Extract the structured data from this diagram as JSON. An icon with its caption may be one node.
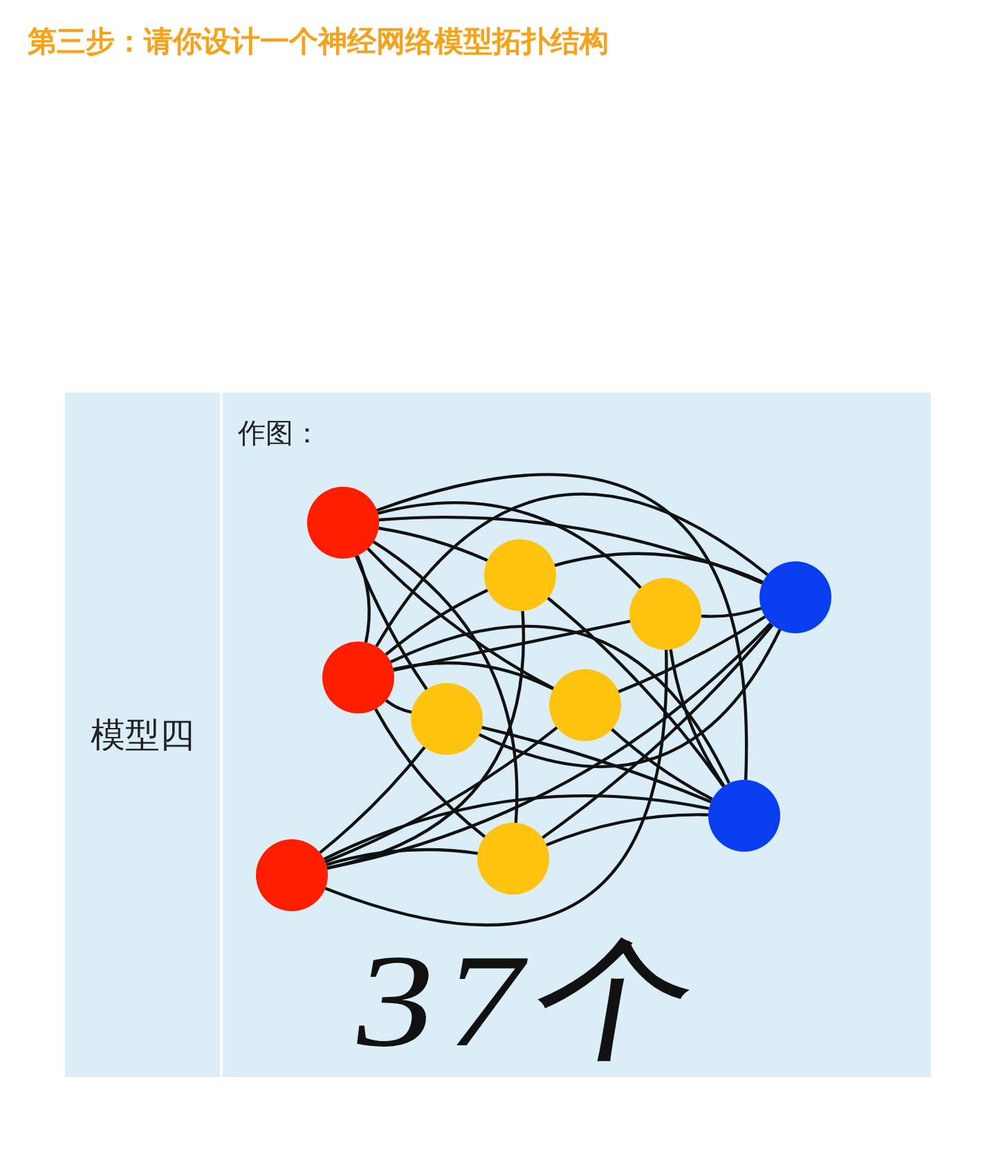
{
  "diagram": {
    "title": "第三步：请你设计一个神经网络模型拓扑结构",
    "nodes": [
      {
        "text": [],
        "shape": "circle"
      },
      {
        "text": [],
        "shape": "circle"
      },
      {
        "text": [],
        "shape": "circle"
      },
      {
        "text": [],
        "shape": "circle"
      },
      {
        "text": [],
        "shape": "circle"
      },
      {
        "text": [],
        "shape": "circle"
      },
      {
        "text": [],
        "shape": "circle"
      },
      {
        "text": [],
        "shape": "circle"
      },
      {
        "text": [],
        "shape": "circle"
      },
      {
        "text": [],
        "shape": "circle"
      }
    ],
    "edges": [
      {
        "from": 0,
        "to": 1,
        "arrow": "none"
      },
      {
        "from": 0,
        "to": 3,
        "arrow": "none"
      },
      {
        "from": 0,
        "to": 4,
        "arrow": "none"
      },
      {
        "from": 0,
        "to": 5,
        "arrow": "none"
      },
      {
        "from": 0,
        "to": 6,
        "arrow": "none"
      },
      {
        "from": 0,
        "to": 7,
        "arrow": "none"
      },
      {
        "from": 1,
        "to": 3,
        "arrow": "none"
      },
      {
        "from": 1,
        "to": 4,
        "arrow": "none"
      },
      {
        "from": 1,
        "to": 5,
        "arrow": "none"
      },
      {
        "from": 1,
        "to": 6,
        "arrow": "none"
      },
      {
        "from": 1,
        "to": 7,
        "arrow": "none"
      },
      {
        "from": 2,
        "to": 3,
        "arrow": "none"
      },
      {
        "from": 2,
        "to": 4,
        "arrow": "none"
      },
      {
        "from": 2,
        "to": 5,
        "arrow": "none"
      },
      {
        "from": 2,
        "to": 6,
        "arrow": "none"
      },
      {
        "from": 2,
        "to": 7,
        "arrow": "none"
      },
      {
        "from": 3,
        "to": 8,
        "arrow": "none"
      },
      {
        "from": 3,
        "to": 9,
        "arrow": "none"
      },
      {
        "from": 4,
        "to": 8,
        "arrow": "none"
      },
      {
        "from": 4,
        "to": 9,
        "arrow": "none"
      },
      {
        "from": 5,
        "to": 8,
        "arrow": "none"
      },
      {
        "from": 5,
        "to": 9,
        "arrow": "none"
      },
      {
        "from": 6,
        "to": 8,
        "arrow": "none"
      },
      {
        "from": 6,
        "to": 9,
        "arrow": "none"
      },
      {
        "from": 7,
        "to": 8,
        "arrow": "none"
      },
      {
        "from": 7,
        "to": 9,
        "arrow": "none"
      },
      {
        "from": 0,
        "to": 8,
        "arrow": "none"
      },
      {
        "from": 0,
        "to": 9,
        "arrow": "none"
      },
      {
        "from": 1,
        "to": 8,
        "arrow": "none"
      },
      {
        "from": 1,
        "to": 9,
        "arrow": "none"
      },
      {
        "from": 2,
        "to": 8,
        "arrow": "none"
      },
      {
        "from": 2,
        "to": 9,
        "arrow": "none"
      }
    ],
    "labels": [
      "模型四",
      "作图：",
      "37个"
    ]
  }
}
